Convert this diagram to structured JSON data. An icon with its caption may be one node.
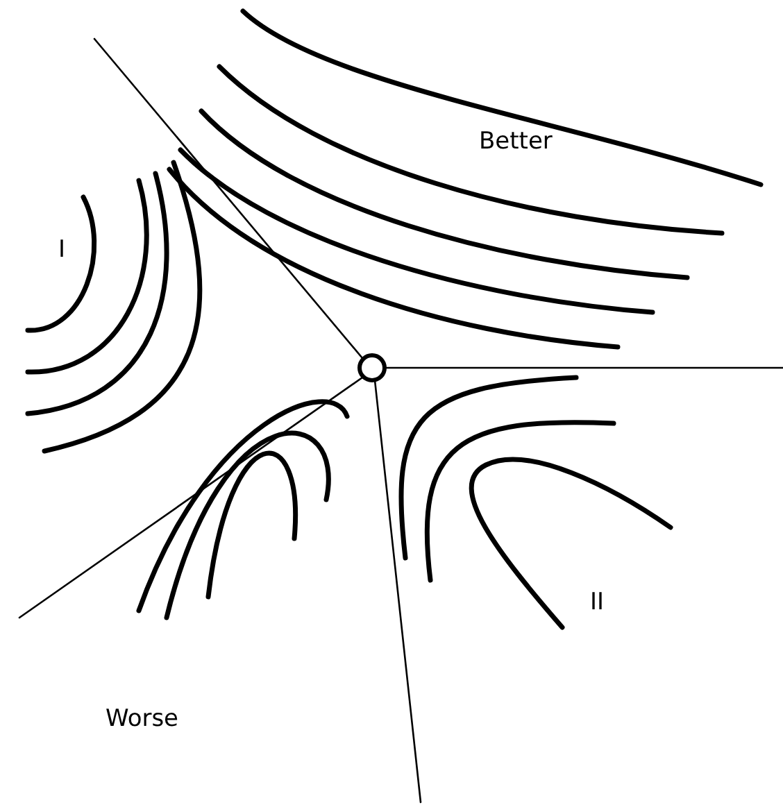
{
  "diagram": {
    "labels": [
      "Better",
      "I",
      "II",
      "Worse"
    ]
  }
}
